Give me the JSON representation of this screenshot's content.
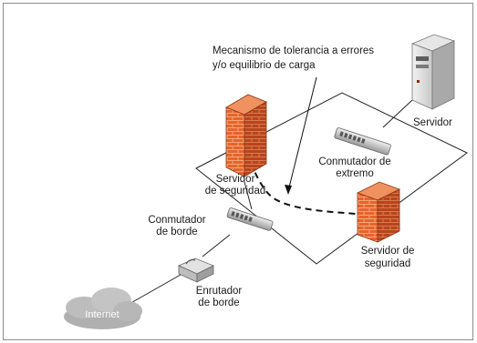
{
  "labels": {
    "mechanism_line1": "Mecanismo de tolerancia a errores",
    "mechanism_line2": "y/o equilibrio de carga",
    "server_label": "Servidor",
    "edge_switch_top_line1": "Conmutador de",
    "edge_switch_top_line2": "extremo",
    "security_server_left_line1": "Servidor",
    "security_server_left_line2": "de seguridad",
    "border_switch_line1": "Conmutador",
    "border_switch_line2": "de borde",
    "security_server_right_line1": "Servidor de",
    "security_server_right_line2": "seguridad",
    "router_line1": "Enrutador",
    "router_line2": "de borde",
    "internet": "Internet"
  },
  "icons": {
    "server": "server-tower-icon",
    "firewall": "firewall-brick-icon",
    "switch": "network-switch-icon",
    "router": "router-icon",
    "cloud": "internet-cloud-icon"
  },
  "colors": {
    "brick_face": "#e8632a",
    "brick_side": "#b8451c",
    "brick_mortar": "#f4a67c",
    "switch_gray": "#c9c9c9",
    "cloud_gray": "#b0b0b0",
    "line": "#222222"
  }
}
